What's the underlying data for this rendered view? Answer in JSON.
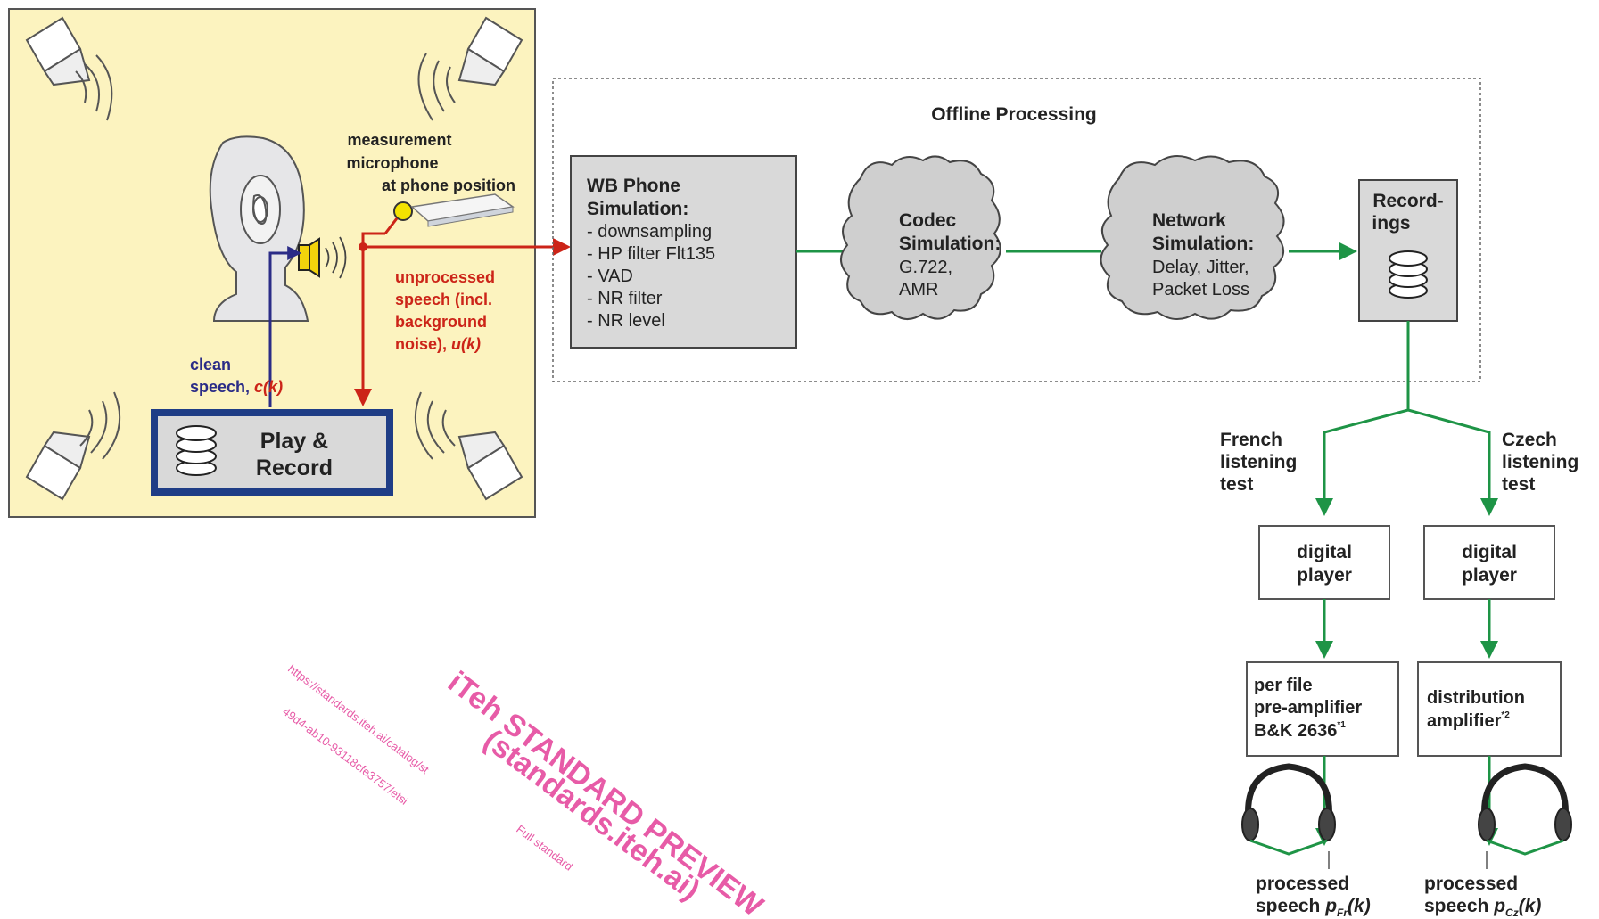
{
  "colors": {
    "room_bg": "#fcf3bf",
    "box_grey": "#d9d9d9",
    "green": "#1e9446",
    "red": "#cc2418",
    "blue": "#2b2c87",
    "dark": "#222222",
    "watermark": "#e0258a"
  },
  "room": {
    "measurement_mic_label": [
      "measurement",
      "microphone",
      "at phone position"
    ],
    "clean_speech": [
      "clean",
      "speech, "
    ],
    "clean_speech_var": "c(k)",
    "unprocessed": [
      "unprocessed",
      "speech (incl.",
      "background",
      "noise), "
    ],
    "unprocessed_var": "u(k)",
    "play_record": [
      "Play &",
      "Record"
    ]
  },
  "offline": {
    "title": "Offline Processing",
    "wb_phone": {
      "title": [
        "WB Phone",
        "Simulation:"
      ],
      "items": [
        "- downsampling",
        "- HP filter Flt135",
        "- VAD",
        "- NR filter",
        "- NR level"
      ]
    },
    "codec": {
      "title": [
        "Codec",
        "Simulation:"
      ],
      "items": [
        "G.722,",
        "AMR"
      ]
    },
    "network": {
      "title": [
        "Network",
        "Simulation:"
      ],
      "items": [
        "Delay, Jitter,",
        "Packet Loss"
      ]
    },
    "recordings": [
      "Record-",
      "ings"
    ]
  },
  "french": {
    "label": [
      "French",
      "listening",
      "test"
    ],
    "player": [
      "digital",
      "player"
    ],
    "amp": [
      "per file",
      "pre-amplifier",
      "B&K 2636"
    ],
    "amp_sup": "*1",
    "out_line1": "processed",
    "out_line2": "speech ",
    "out_var": "p",
    "out_sub": "Fr",
    "out_tail": "(k)"
  },
  "czech": {
    "label": [
      "Czech",
      "listening",
      "test"
    ],
    "player": [
      "digital",
      "player"
    ],
    "amp": [
      "distribution",
      "amplifier"
    ],
    "amp_sup": "*2",
    "out_line1": "processed",
    "out_line2": "speech ",
    "out_var": "p",
    "out_sub": "Cz",
    "out_tail": "(k)"
  },
  "watermark": {
    "line1": "iTeh STANDARD PREVIEW",
    "line2": "(standards.iteh.ai)",
    "url1": "https://standards.iteh.ai/catalog/st",
    "url2": "49d4-ab10-93118cfe3757/etsi",
    "full": "Full standard"
  }
}
